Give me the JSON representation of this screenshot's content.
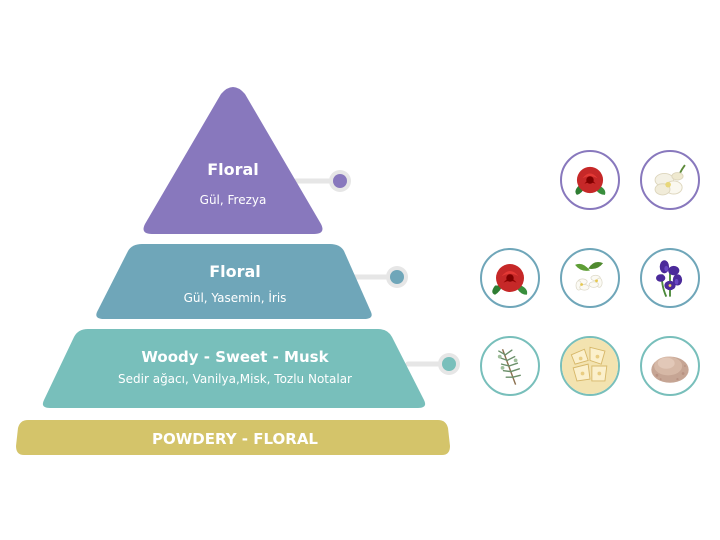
{
  "pyramid": {
    "top": {
      "title": "Floral",
      "notes": "Gül, Frezya"
    },
    "middle": {
      "title": "Floral",
      "notes": "Gül, Yasemin, İris"
    },
    "base": {
      "title": "Woody - Sweet - Musk",
      "notes": "Sedir ağacı, Vanilya,Misk, Tozlu Notalar"
    },
    "footer": {
      "label": "POWDERY - FLORAL"
    }
  },
  "colors": {
    "top": "#8878bd",
    "middle": "#6fa6b9",
    "base": "#78bfbb",
    "footer": "#d4c46a"
  },
  "icons": {
    "top": [
      "rose-icon",
      "freesia-icon"
    ],
    "middle": [
      "rose-icon",
      "jasmine-icon",
      "iris-icon"
    ],
    "base": [
      "cedar-icon",
      "vanilla-icon",
      "powder-icon"
    ]
  }
}
